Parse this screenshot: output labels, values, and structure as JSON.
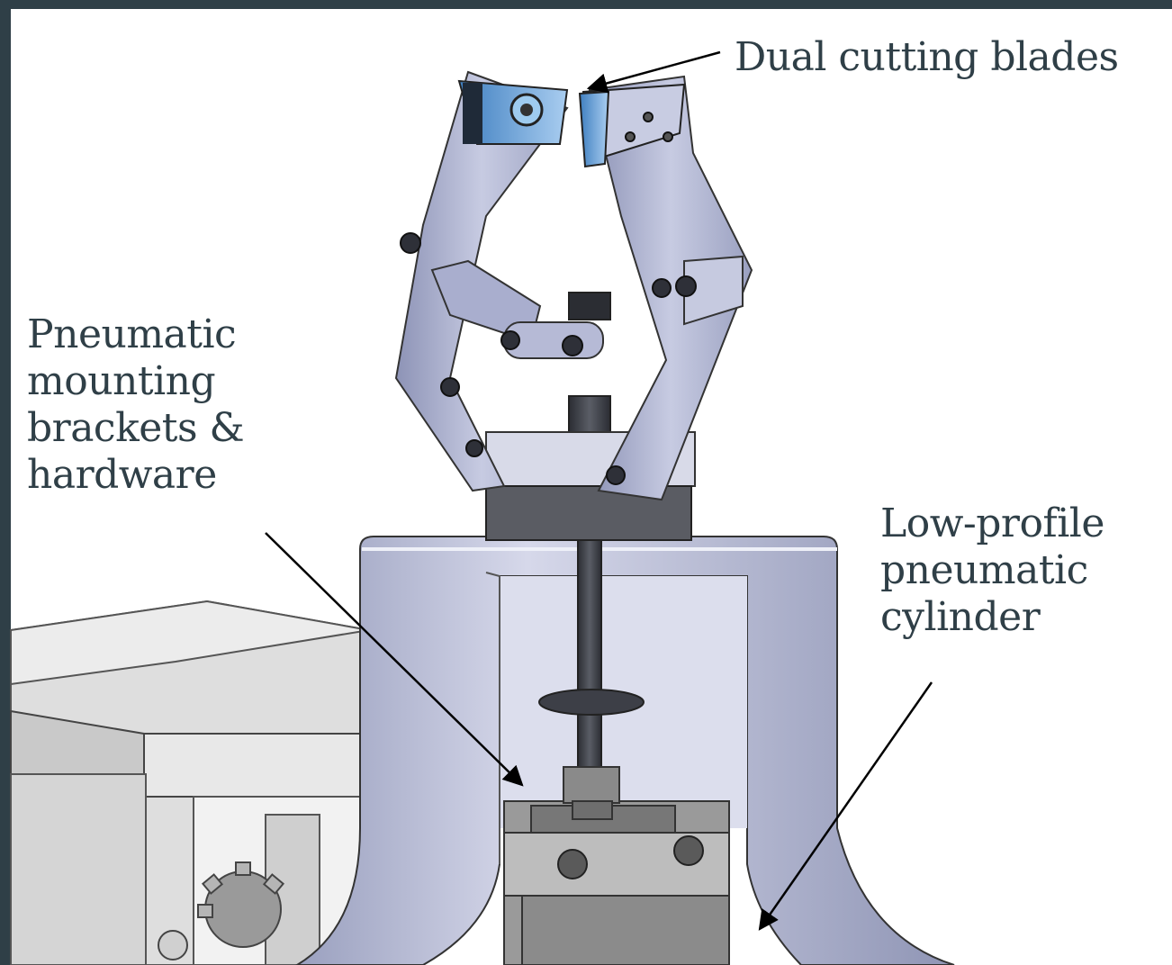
{
  "figure": {
    "background_color": "#2f3f47",
    "annotations": [
      {
        "id": "blades",
        "text": "Dual cutting blades"
      },
      {
        "id": "brackets",
        "text": "Pneumatic\nmounting\nbrackets &\nhardware"
      },
      {
        "id": "cylinder",
        "text": "Low-profile\npneumatic\ncylinder"
      }
    ],
    "colors": {
      "text": "#2f3f47",
      "metal": "#b9bdd6",
      "metal_dark": "#7e84a6",
      "blade": "#5c9bd6",
      "dark_part": "#3b3d44",
      "housing": "#e6e6e6"
    }
  }
}
